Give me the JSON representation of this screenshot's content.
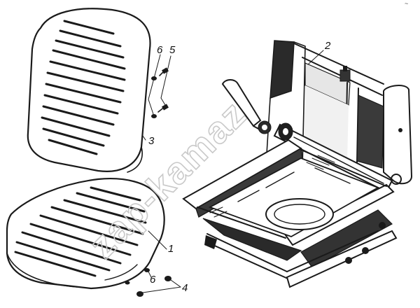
{
  "watermark": "zap-kamaz",
  "corner_mark": "~",
  "callouts": {
    "backrest": "3",
    "cushion": "1",
    "frame": "2",
    "bolt": "5",
    "washer_upper": "6",
    "washer_lower": "6",
    "nut": "4"
  }
}
